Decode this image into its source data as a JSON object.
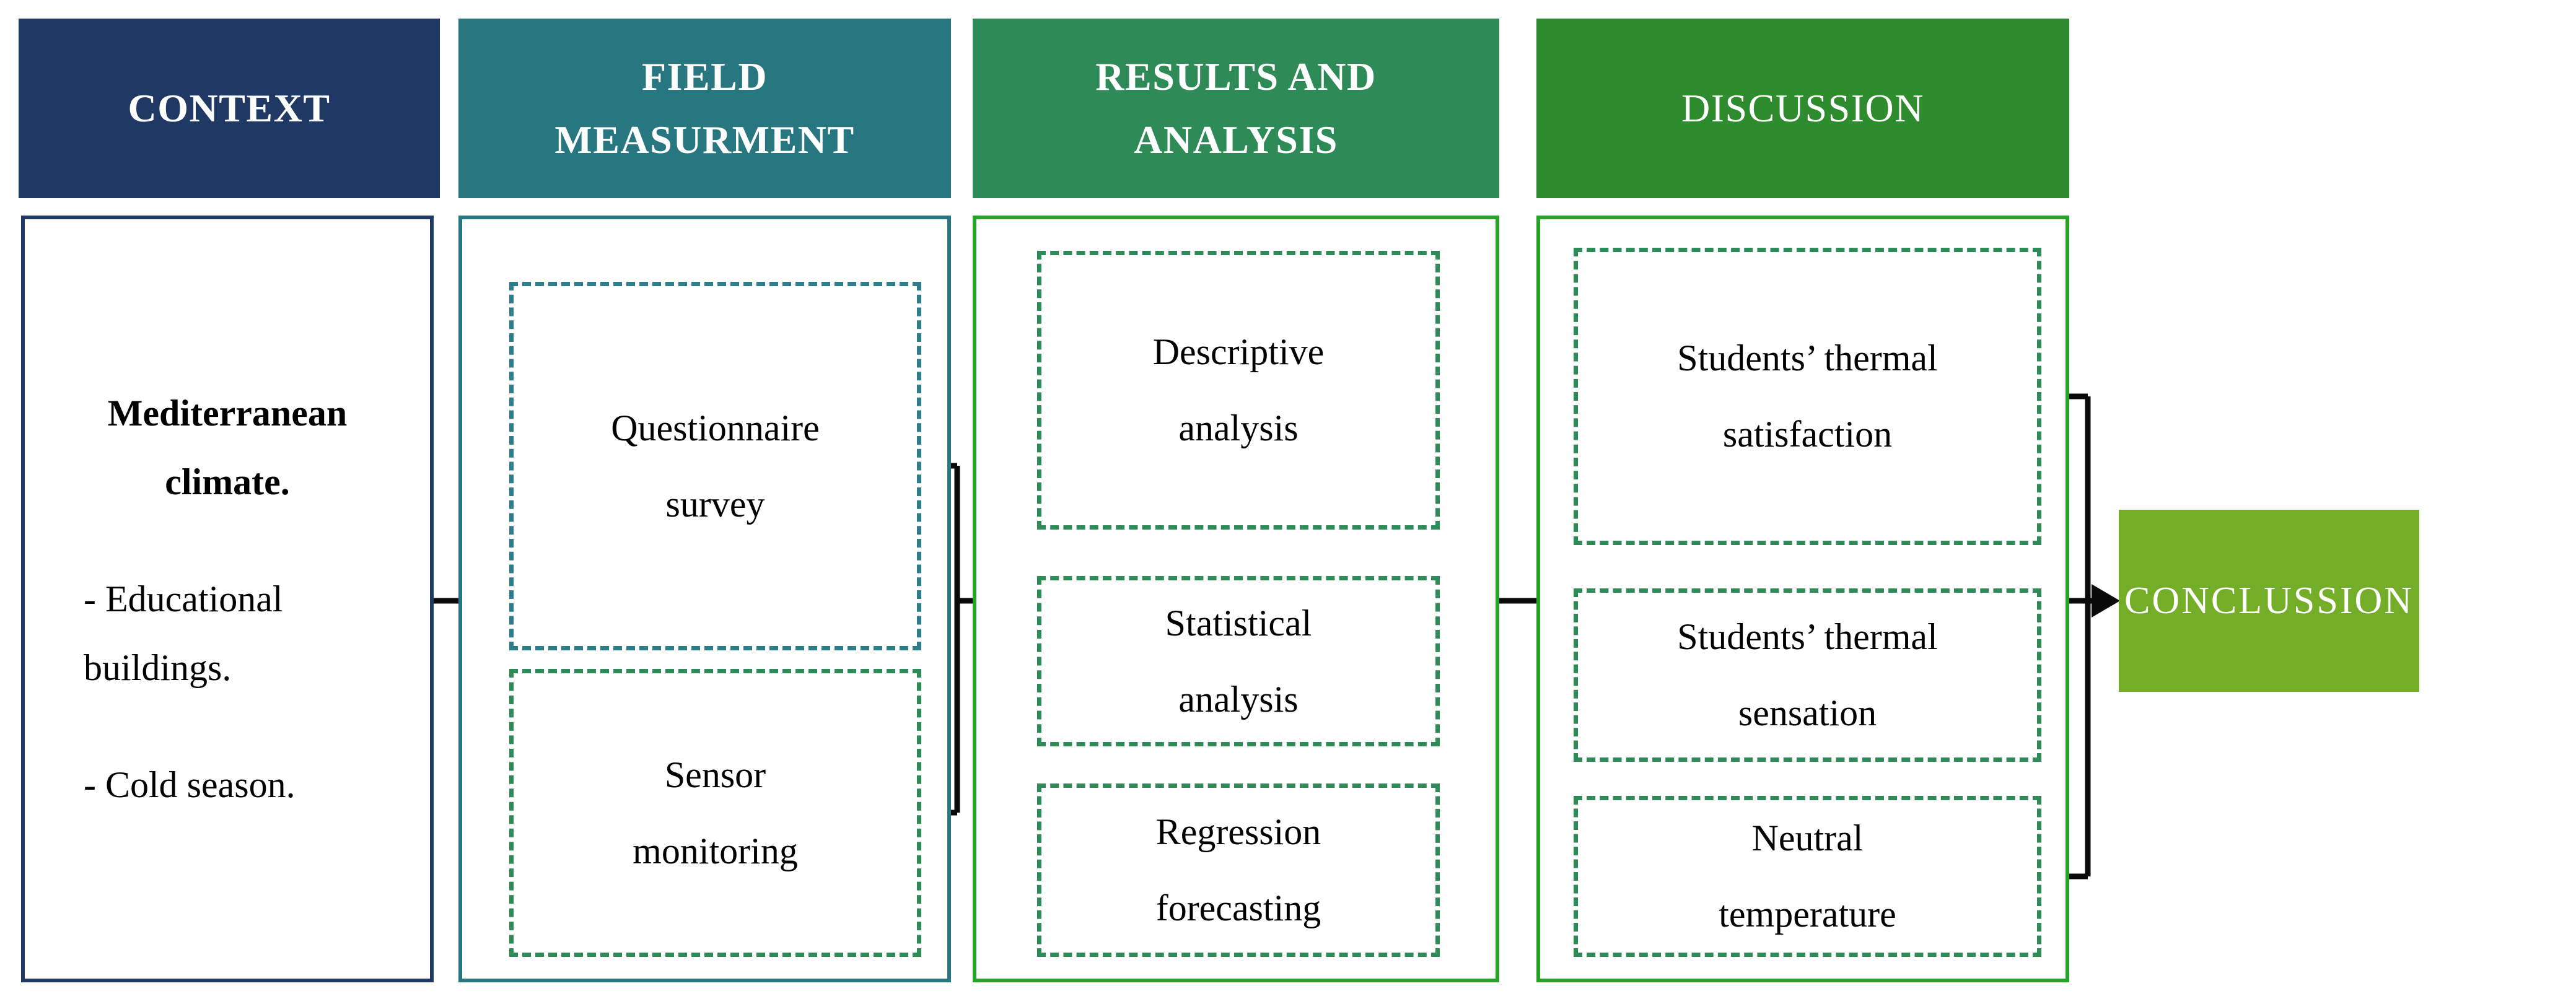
{
  "headers": {
    "context": "CONTEXT",
    "field": "FIELD\nMEASURMENT",
    "results": "RESULTS AND\nANALYSIS",
    "discussion": "DISCUSSION"
  },
  "context": {
    "title": "Mediterranean\nclimate.",
    "bullets": [
      "- Educational\nbuildings.",
      "- Cold season."
    ]
  },
  "field": {
    "items": [
      "Questionnaire\nsurvey",
      "Sensor\nmonitoring"
    ]
  },
  "results": {
    "items": [
      "Descriptive\nanalysis",
      "Statistical\nanalysis",
      "Regression\nforecasting"
    ]
  },
  "discussion": {
    "items": [
      "Students’ thermal\nsatisfaction",
      "Students’ thermal\nsensation",
      "Neutral\ntemperature"
    ]
  },
  "conclusion": {
    "label": "CONCLUSSION"
  },
  "colors": {
    "context_navy": "#1f3864",
    "field_teal": "#277680",
    "results_seagreen": "#2e8b57",
    "discussion_green": "#2e8b2e",
    "container_border_green": "#28a228",
    "questionnaire_dash_teal": "#2e7d8a",
    "dashed_box_green": "#2e8b57",
    "conclusion_lime": "#74ad28",
    "connector_black": "#0a0a0a"
  }
}
